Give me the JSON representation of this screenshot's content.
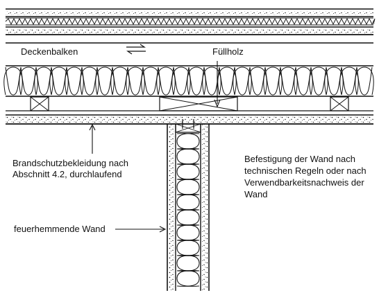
{
  "labels": {
    "beam": "Deckenbalken",
    "filler": "Füllholz",
    "cladding_line1": "Brandschutzbekleidung nach",
    "cladding_line2": "Abschnitt 4.2, durchlaufend",
    "fastening_line1": "Befestigung der Wand nach",
    "fastening_line2": "technischen Regeln oder nach",
    "fastening_line3": "Verwendbarkeitsnachweis der",
    "fastening_line4": "Wand",
    "wall": "feuerhemmende Wand"
  },
  "colors": {
    "ink": "#111111",
    "background": "#ffffff"
  }
}
